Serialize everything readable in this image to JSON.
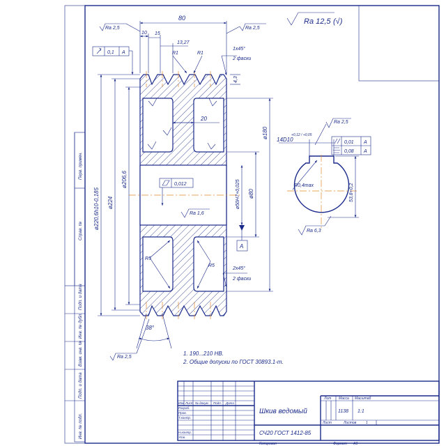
{
  "roughness": {
    "general": "Ra 12,5",
    "general_suffix": "(√)",
    "top_left": "Ra 2,5",
    "top_right": "Ra 2,5",
    "bore": "Ra 1,6",
    "keyway_top": "Ra 2,5",
    "keyway_bottom": "Ra 6,3",
    "groove": "Ra 2,5"
  },
  "dimensions": {
    "overall_width": "80",
    "groove_edge": "10",
    "groove_first": "15",
    "groove_pitch": "13,27",
    "radius_groove_left": "R1",
    "radius_groove_right": "R1",
    "chamfer_top": "1x45°",
    "chamfer_top_note": "2 фаски",
    "groove_depth": "4,3",
    "web_width": "20",
    "dia_220": "ø220,6h10-0,185",
    "dia_224": "ø224",
    "dia_206": "ø206,6",
    "dia_180": "ø180",
    "dia_80": "ø80",
    "bore_dia": "ø50H7+0,025",
    "radius_r5_left": "R5",
    "radius_r5_right": "R5",
    "chamfer_bottom": "2x45°",
    "chamfer_bottom_note": "2 фаски",
    "groove_angle": "38°",
    "keyway_width": "14D10",
    "keyway_width_tol": "+0,12 / +0,05",
    "keyway_depth": "53,8+0,2",
    "keyway_radius": "R0,4max"
  },
  "tolerances": {
    "runout_value": "0,1",
    "runout_datum": "A",
    "parallel_value": "0,01",
    "parallel_datum": "A",
    "symmetry_value": "0,08",
    "symmetry_datum": "A",
    "cylindricity_value": "0,012",
    "datum_label": "A"
  },
  "notes": {
    "note1": "1. 190...210 НВ.",
    "note2": "2. Общие допуски по ГОСТ 30893.1-m."
  },
  "title_block": {
    "part_name": "Шкив ведомый",
    "material": "СЧ20 ГОСТ 1412-85",
    "col_lit": "Лит",
    "col_mass": "Масса",
    "col_scale": "Масштаб",
    "mass_value": "1138",
    "scale_value": "1:1",
    "sheet_label": "Лист",
    "sheets_label": "Листов",
    "sheets_value": "1",
    "format_label": "Формат",
    "format_value": "А3",
    "copied_label": "Копировал",
    "hdr_izm": "Изм",
    "hdr_list": "Лист",
    "hdr_doc": "№ докум.",
    "hdr_sign": "Подп.",
    "hdr_date": "Дата",
    "role_razrab": "Разраб.",
    "role_prov": "Пров.",
    "role_tkontr": "Т.контр.",
    "role_nkontr": "Н.контр.",
    "role_utv": "Утв."
  },
  "margin_labels": {
    "perv_primen": "Перв. примен.",
    "sprav_no": "Справ. №",
    "podp_data_1": "Подп. и дата",
    "inv_dubl": "Инв. № дубл.",
    "vzam_inv": "Взам. инв. №",
    "podp_data_2": "Подп. и дата",
    "inv_podl": "Инв. № подл."
  }
}
